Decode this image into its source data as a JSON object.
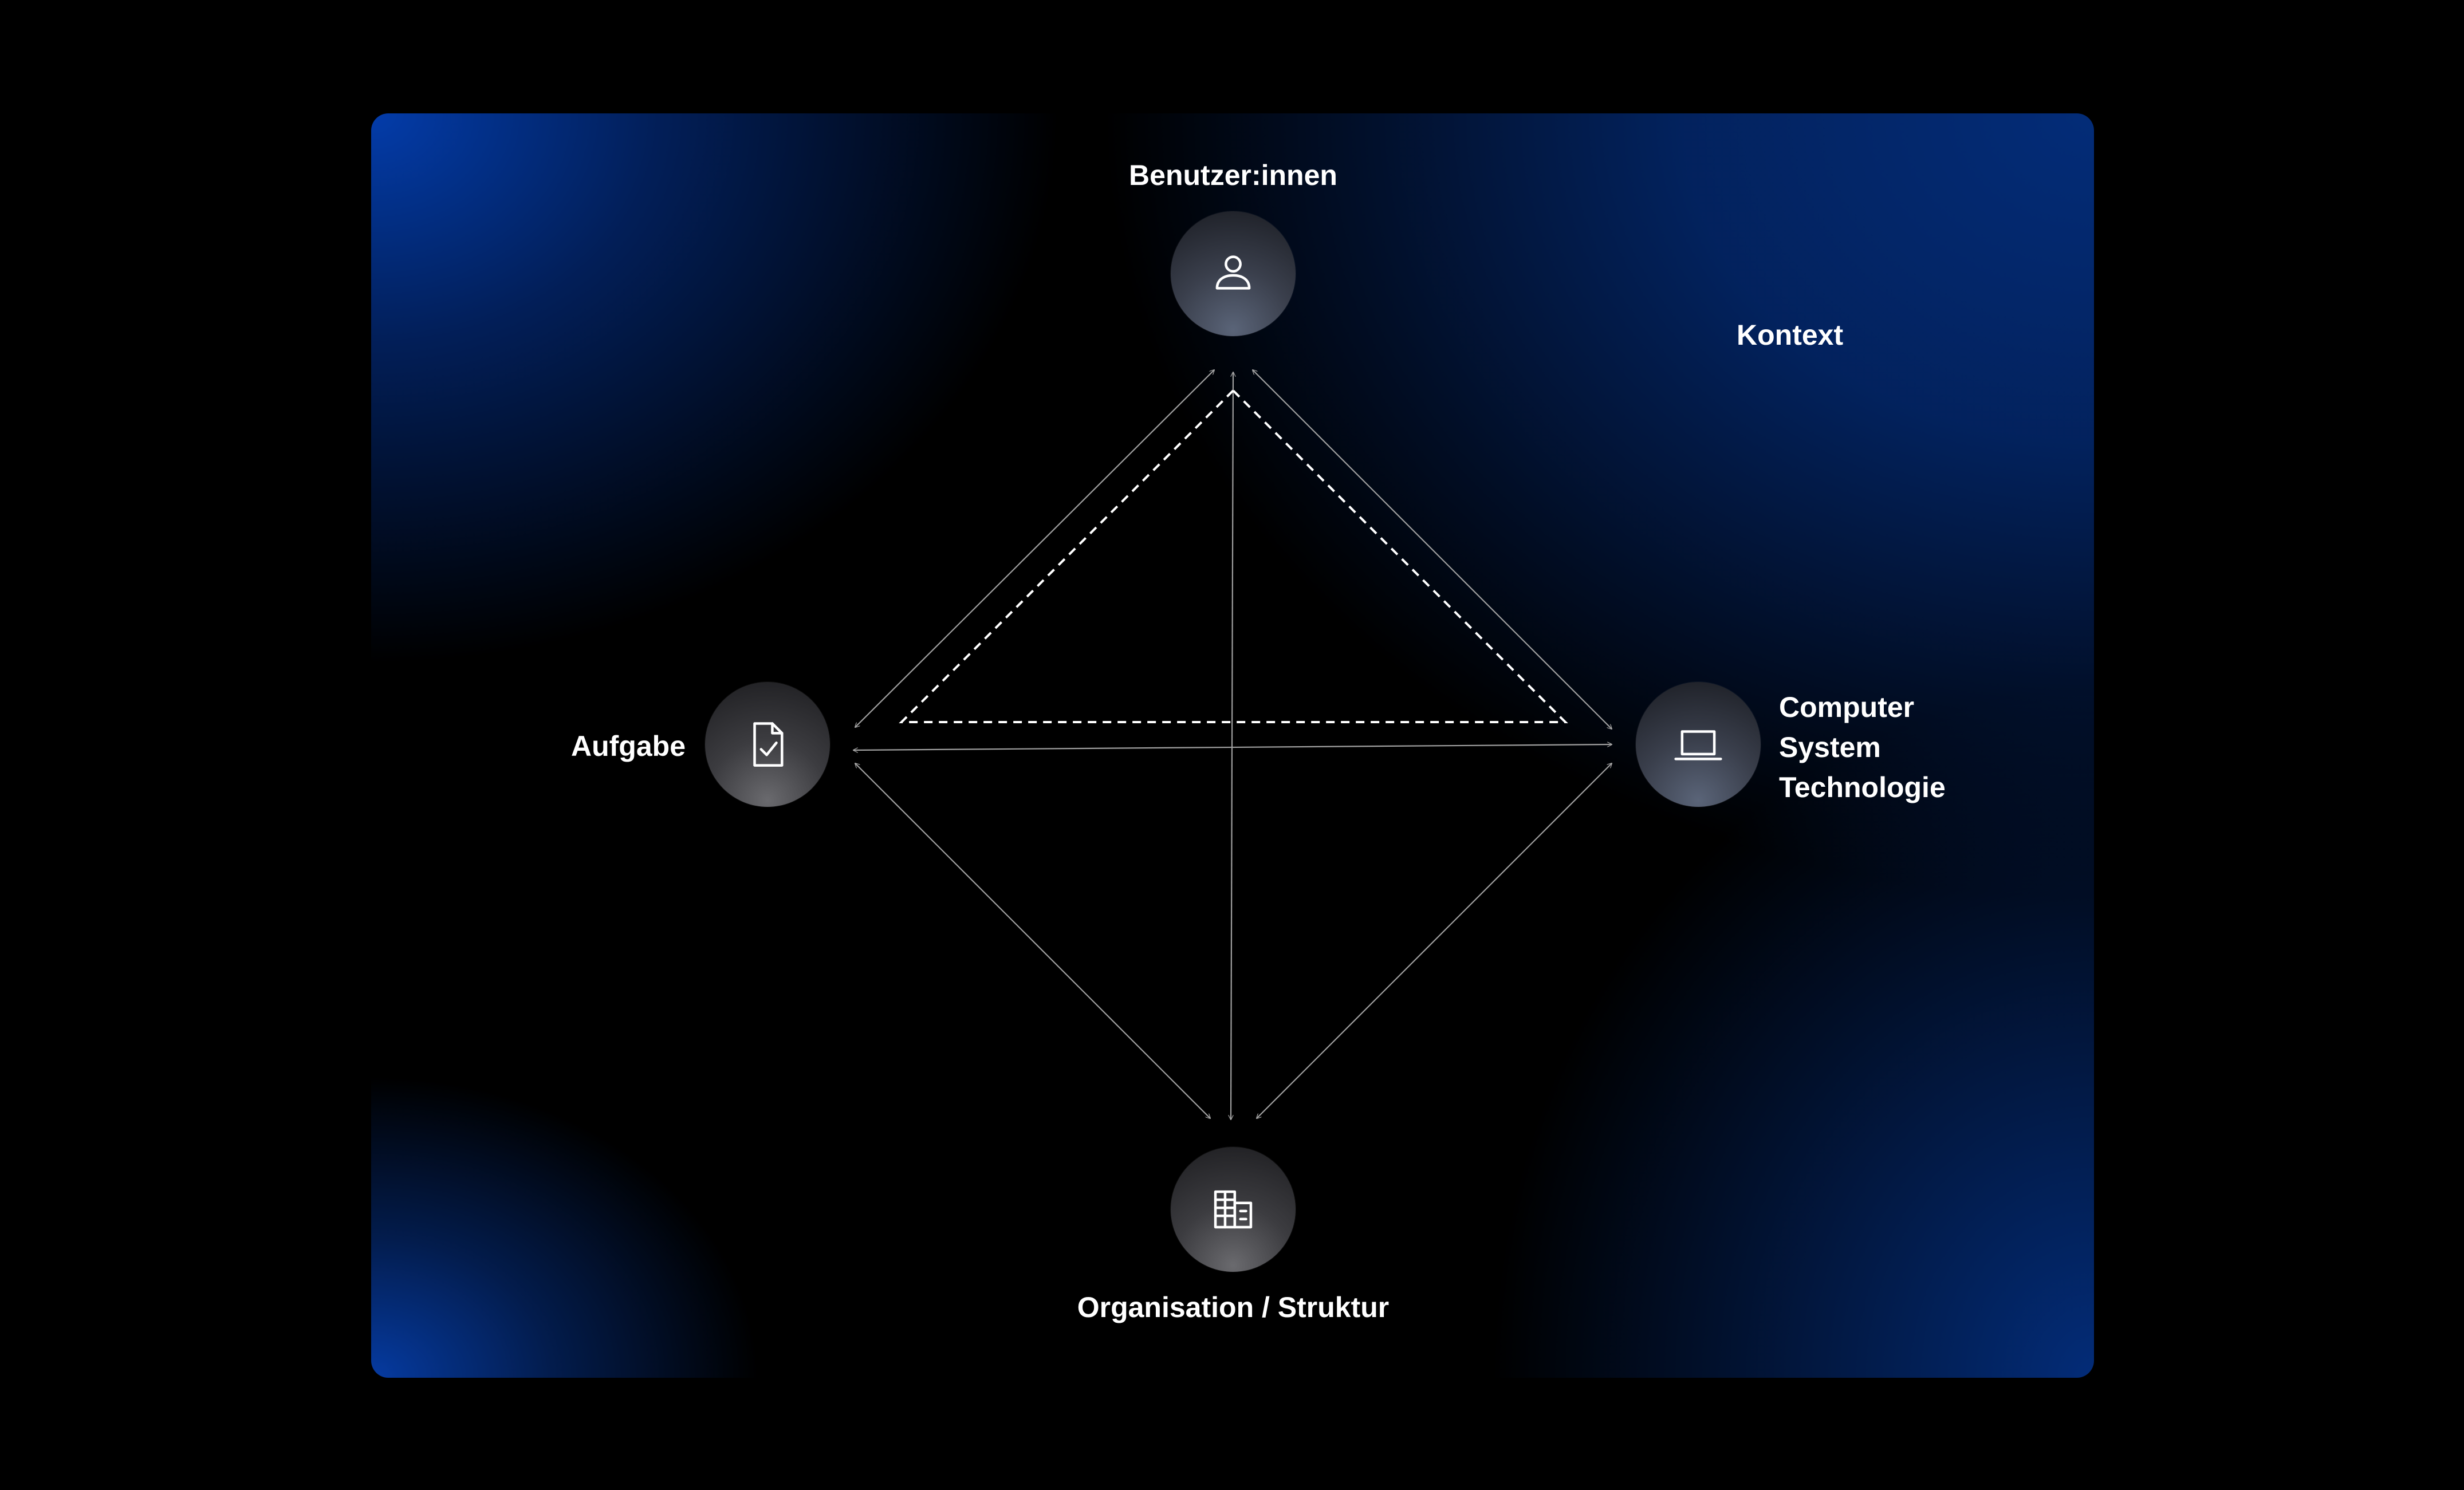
{
  "diagram": {
    "nodes": {
      "top": {
        "label": "Benutzer:innen",
        "icon": "user-icon"
      },
      "left": {
        "label": "Aufgabe",
        "icon": "document-check-icon"
      },
      "right": {
        "lines": [
          "Computer",
          "System",
          "Technologie"
        ],
        "icon": "laptop-icon"
      },
      "bottom": {
        "label": "Organisation / Struktur",
        "icon": "building-icon"
      }
    },
    "context_label": "Kontext",
    "colors": {
      "background": "#000000",
      "panel_blue": "#033c96",
      "node_fill": "#3a3f4c",
      "line": "#9a9a9a",
      "dashed_line": "#ffffff",
      "text": "#ffffff"
    }
  }
}
